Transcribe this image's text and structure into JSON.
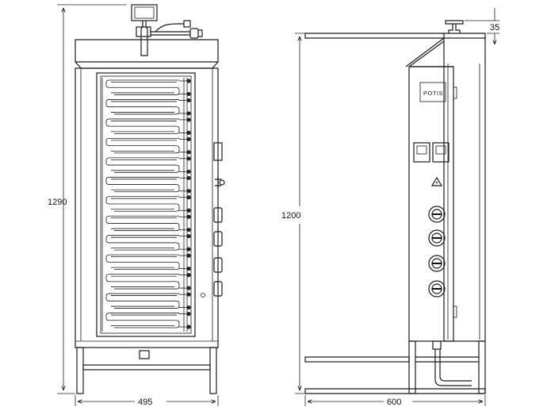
{
  "drawing": {
    "front_view": {
      "height_label": "1290",
      "width_label": "495",
      "element_rows": 13
    },
    "side_view": {
      "height_label": "1200",
      "depth_label": "600",
      "top_offset_label": "35",
      "panel_brand": "POTIS",
      "knob_count": 4,
      "socket_count": 2
    }
  }
}
